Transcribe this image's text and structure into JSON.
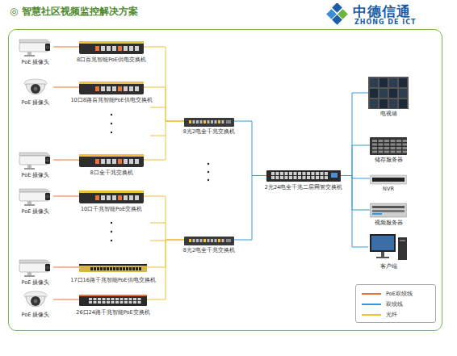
{
  "diagram": {
    "title": "◎ 智慧社区视频监控解决方案",
    "nodes": [
      {
        "text": [
          "PoE 摄像头"
        ]
      },
      {
        "text": [
          "8口百兆智能PoE供电交换机"
        ]
      },
      {
        "text": [
          "PoE 摄像头"
        ]
      },
      {
        "text": [
          "10口8路百兆智能PoE供电交换机"
        ]
      },
      {
        "text": [
          "PoE 摄像头"
        ]
      },
      {
        "text": [
          "8口全千兆交换机"
        ]
      },
      {
        "text": [
          "PoE 摄像头"
        ]
      },
      {
        "text": [
          "10口千兆智能PoE交换机"
        ]
      },
      {
        "text": [
          "PoE 摄像头"
        ]
      },
      {
        "text": [
          "17口16路千兆智能PoE供电交换机"
        ]
      },
      {
        "text": [
          "PoE 摄像头"
        ]
      },
      {
        "text": [
          "26口24路千兆智能PoE交换机"
        ]
      },
      {
        "text": [
          "8光2电全千兆交换机"
        ]
      },
      {
        "text": [
          "8光2电全千兆交换机"
        ]
      },
      {
        "text": [
          "2光24电全千兆二层网管交换机"
        ]
      },
      {
        "text": [
          "电视墙"
        ]
      },
      {
        "text": [
          "储存服务器"
        ]
      },
      {
        "text": [
          "NVR"
        ]
      },
      {
        "text": [
          "视频服务器"
        ]
      },
      {
        "text": [
          "客户端"
        ]
      }
    ],
    "edges": [
      {
        "from": 0,
        "to": 1,
        "arrow": "none"
      },
      {
        "from": 2,
        "to": 3,
        "arrow": "none"
      },
      {
        "from": 4,
        "to": 5,
        "arrow": "none"
      },
      {
        "from": 6,
        "to": 7,
        "arrow": "none"
      },
      {
        "from": 8,
        "to": 9,
        "arrow": "none"
      },
      {
        "from": 10,
        "to": 11,
        "arrow": "none"
      },
      {
        "from": 1,
        "to": 12,
        "arrow": "none"
      },
      {
        "from": 3,
        "to": 12,
        "arrow": "none"
      },
      {
        "from": 5,
        "to": 12,
        "arrow": "none"
      },
      {
        "from": 7,
        "to": 13,
        "arrow": "none"
      },
      {
        "from": 9,
        "to": 13,
        "arrow": "none"
      },
      {
        "from": 11,
        "to": 13,
        "arrow": "none"
      },
      {
        "from": 12,
        "to": 14,
        "arrow": "none"
      },
      {
        "from": 13,
        "to": 14,
        "arrow": "none"
      },
      {
        "from": 14,
        "to": 15,
        "arrow": "none"
      },
      {
        "from": 14,
        "to": 16,
        "arrow": "none"
      },
      {
        "from": 14,
        "to": 17,
        "arrow": "none"
      },
      {
        "from": 14,
        "to": 18,
        "arrow": "none"
      },
      {
        "from": 14,
        "to": 19,
        "arrow": "none"
      }
    ],
    "labels": [
      "中德信通",
      "ZHONG DE ICT"
    ],
    "legend": [
      {
        "text": "PoE双绞线",
        "color": "#e8733a"
      },
      {
        "text": "双绞线",
        "color": "#3a9ad9"
      },
      {
        "text": "光纤",
        "color": "#f0c23a"
      }
    ]
  }
}
